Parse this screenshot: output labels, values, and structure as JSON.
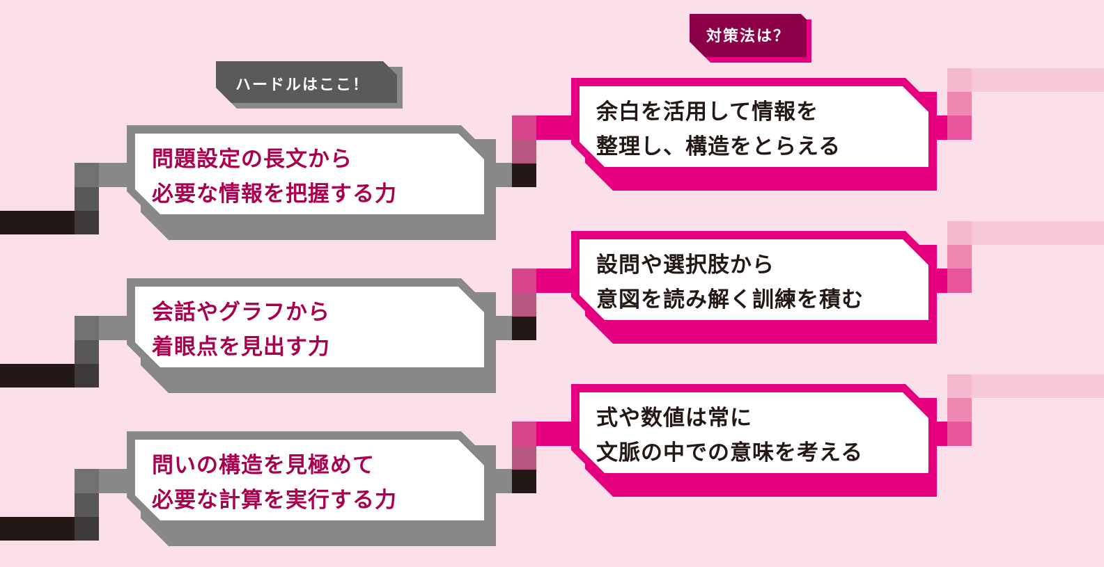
{
  "labels": {
    "hurdle": "ハードルはここ！",
    "countermeasure": "対策法は？"
  },
  "rows": [
    {
      "hurdle": [
        "問題設定の長文から",
        "必要な情報を把握する力"
      ],
      "solution": [
        "余白を活用して情報を",
        "整理し、構造をとらえる"
      ]
    },
    {
      "hurdle": [
        "会話やグラフから",
        "着眼点を見出す力"
      ],
      "solution": [
        "設問や選択肢から",
        "意図を読み解く訓練を積む"
      ]
    },
    {
      "hurdle": [
        "問いの構造を見極めて",
        "必要な計算を実行する力"
      ],
      "solution": [
        "式や数値は常に",
        "文脈の中での意味を考える"
      ]
    }
  ],
  "colors": {
    "background": "#fbe0ea",
    "hurdle_frame": "#888888",
    "hurdle_text": "#a8004f",
    "solution_frame": "#e5007f",
    "solution_text": "#231815",
    "label_hurdle_bg": "#5a5a5a",
    "label_solution_bg": "#8c0048"
  }
}
